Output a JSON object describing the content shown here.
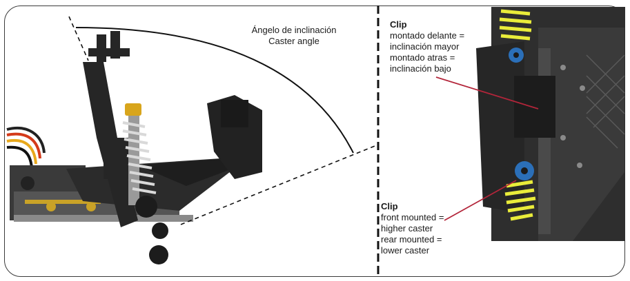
{
  "caster_label": {
    "es": "Ángelo de inclinación",
    "en": "Caster angle"
  },
  "clip_spanish": {
    "title": "Clip",
    "lines": [
      "montado delante =",
      "inclinación mayor",
      "montado atras =",
      "inclinación bajo"
    ]
  },
  "clip_english": {
    "title": "Clip",
    "lines": [
      "front mounted =",
      "higher caster",
      "rear mounted =",
      "lower caster"
    ]
  },
  "colors": {
    "chassis": "#2b2b2b",
    "carbon": "#3d3d3d",
    "spring": "#e9ec3a",
    "gold": "#d8a51c",
    "blue_clip": "#2b6fb8",
    "pointer_line": "#b3253a"
  }
}
